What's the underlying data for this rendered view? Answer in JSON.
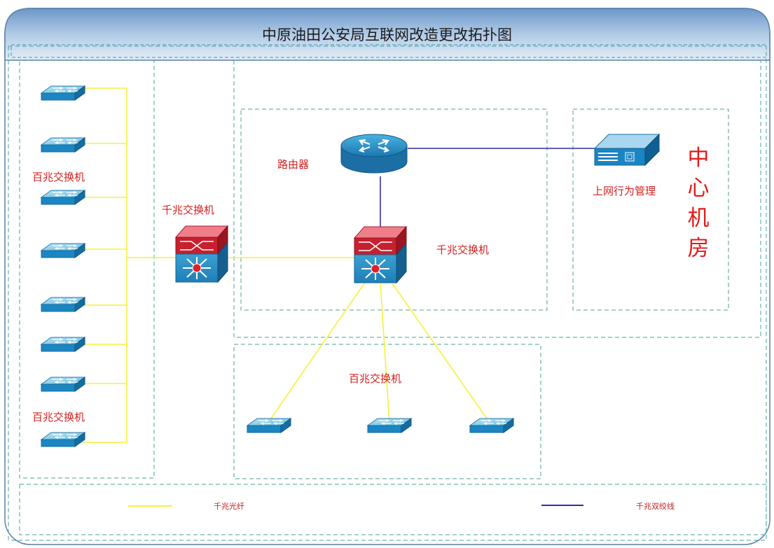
{
  "title": "中原油田公安局互联网改造更改拓扑图",
  "labels": {
    "router": "路由器",
    "core_switch": "千兆交换机",
    "left_gig_switch": "千兆交换机",
    "left_fast_switch_top": "百兆交换机",
    "left_fast_switch_bottom": "百兆交换机",
    "bottom_fast_switch": "百兆交换机",
    "behavior_mgmt": "上网行为管理"
  },
  "center_room": [
    "中",
    "心",
    "机",
    "房"
  ],
  "legend": {
    "fiber": "千兆光纤",
    "twisted_pair": "千兆双绞线"
  },
  "colors": {
    "fiber": "#f6f03a",
    "twisted_pair": "#2f2fa0",
    "label_red": "#d42020",
    "header_top": "#5a8ac0",
    "header_bottom": "#d3e3f3",
    "zone_dash": "#4aa09a"
  }
}
